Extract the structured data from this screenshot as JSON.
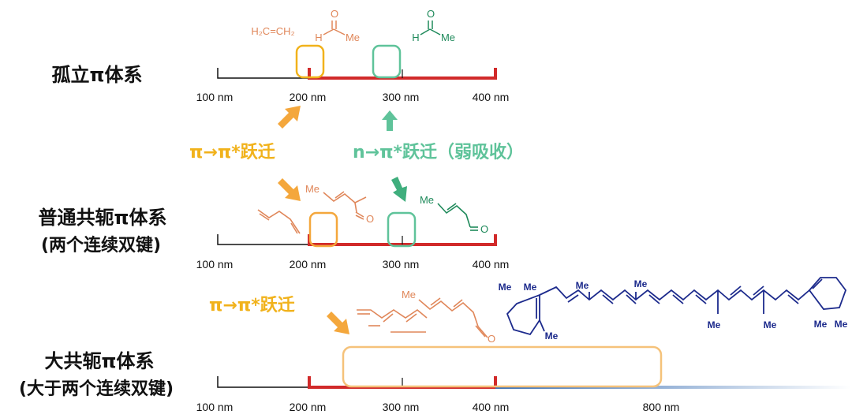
{
  "sections": [
    {
      "title": "孤立π体系",
      "subtitle": ""
    },
    {
      "title": "普通共轭π体系",
      "subtitle": "(两个连续双键)"
    },
    {
      "title": "大共轭π体系",
      "subtitle": "(大于两个连续双键)"
    }
  ],
  "axis_ticks": {
    "t100": "100 nm",
    "t200": "200 nm",
    "t300": "300 nm",
    "t400": "400 nm",
    "t800": "800 nm"
  },
  "transitions": {
    "pi_pi": "π→π*跃迁",
    "n_pi": "n→π*跃迁（弱吸收）"
  },
  "molecules": {
    "ethylene": "H₂C=CH₂",
    "H": "H",
    "O": "O",
    "Me": "Me"
  },
  "colors": {
    "axis_red": "#d12a2a",
    "pi_pi_box": "#f1b21b",
    "n_pi_box": "#5fc39a",
    "chem_orange": "#e0875a",
    "chem_green": "#1f8a5b",
    "carotene_blue": "#1c2a8c",
    "arrow_orange": "#f4a73c"
  }
}
